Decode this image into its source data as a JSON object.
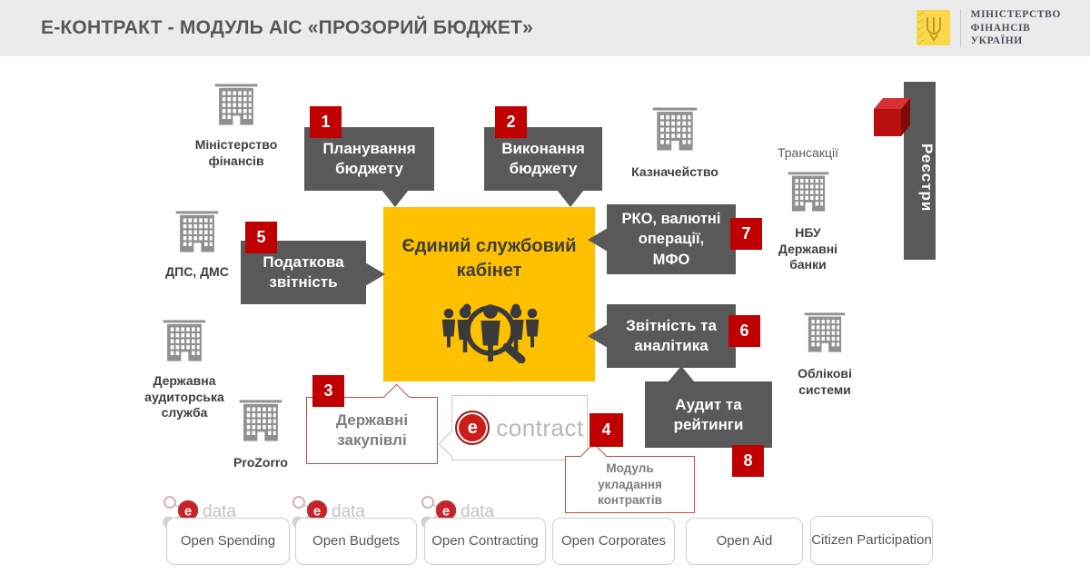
{
  "colors": {
    "accent_red": "#C00000",
    "accent_yellow": "#FFC000",
    "bubble_gray": "#595959"
  },
  "header": {
    "title": "Е-КОНТРАКТ - МОДУЛЬ АІС «ПРОЗОРИЙ БЮДЖЕТ»",
    "ministry": {
      "l1": "МІНІСТЕРСТВО",
      "l2": "ФІНАНСІВ",
      "l3": "УКРАЇНИ"
    }
  },
  "center": {
    "title": "Єдиний службовий\nкабінет"
  },
  "bubbles": {
    "planning": {
      "num": "1",
      "text": "Планування\nбюджету"
    },
    "execution": {
      "num": "2",
      "text": "Виконання\nбюджету"
    },
    "procurement": {
      "num": "3",
      "text": "Державні\nзакупівлі"
    },
    "module": {
      "num": "4",
      "text": "Модуль\nукладання\nконтрактів"
    },
    "tax": {
      "num": "5",
      "text": "Податкова\nзвітність"
    },
    "analytics": {
      "num": "6",
      "text": "Звітність та\nаналітика"
    },
    "rko": {
      "num": "7",
      "text": "РКО, валютні\nоперації,\nМФО"
    },
    "audit": {
      "num": "8",
      "text": "Аудит та\nрейтинги"
    }
  },
  "entities": {
    "minfin": "Міністерство\nфінансів",
    "dps": "ДПС, ДМС",
    "audit_service": "Державна\nаудиторська\nслужба",
    "prozorro": "ProZorro",
    "treasury": "Казначейство",
    "transactions": "Трансакції",
    "nbu": "НБУ\nДержавні\nбанки",
    "accounting": "Облікові\nсистеми",
    "registries": "Реєстри"
  },
  "econtract": {
    "e": "e",
    "name": "contract"
  },
  "edata": {
    "e": "e",
    "name": "data"
  },
  "footer": {
    "items": [
      "Open Spending",
      "Open Budgets",
      "Open Contracting",
      "Open Corporates",
      "Open Aid",
      "Citizen Participation"
    ]
  }
}
